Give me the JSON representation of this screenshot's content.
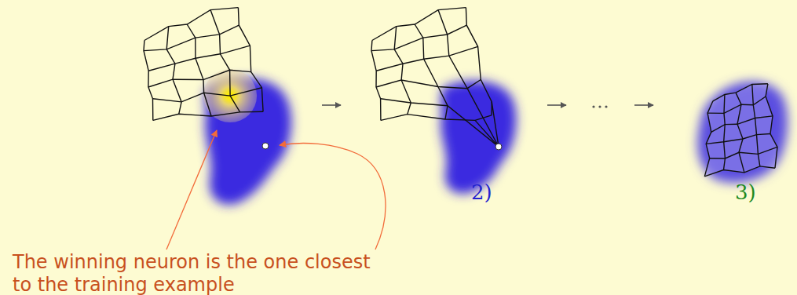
{
  "diagram": {
    "labels": [
      "2)",
      "3)",
      "The winning neuron is the one closest to the training example"
    ]
  }
}
